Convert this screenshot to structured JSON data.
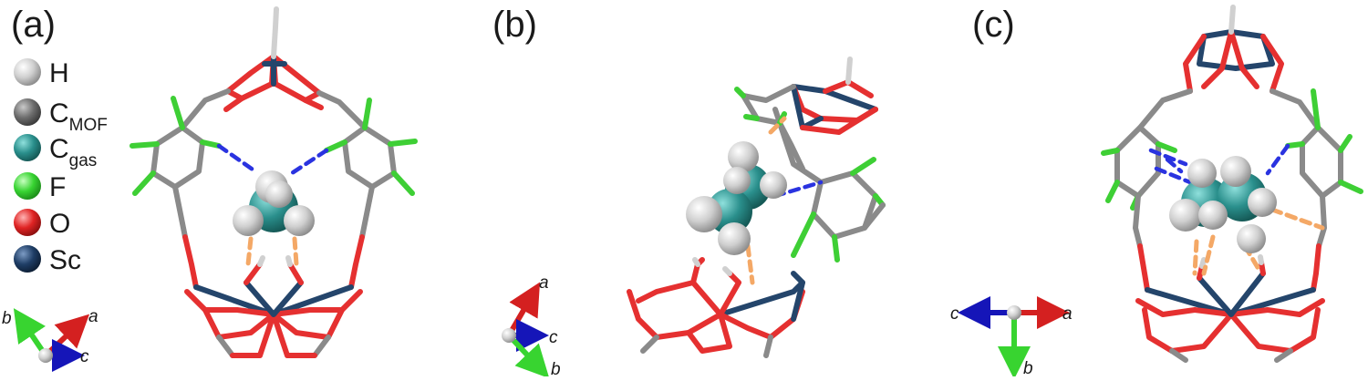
{
  "panels": [
    {
      "label": "(a)"
    },
    {
      "label": "(b)"
    },
    {
      "label": "(c)"
    }
  ],
  "legend": [
    {
      "symbol": "H",
      "sub": "",
      "color": "#cfcfcf"
    },
    {
      "symbol": "C",
      "sub": "MOF",
      "color": "#6f6f6f"
    },
    {
      "symbol": "C",
      "sub": "gas",
      "color": "#2a8f8c"
    },
    {
      "symbol": "F",
      "sub": "",
      "color": "#3ed63a"
    },
    {
      "symbol": "O",
      "sub": "",
      "color": "#e02424"
    },
    {
      "symbol": "Sc",
      "sub": "",
      "color": "#1f3e66"
    }
  ],
  "axes": {
    "a": {
      "a": "a",
      "b": "b",
      "c": "c"
    },
    "b": {
      "a": "a",
      "b": "b",
      "c": "c"
    },
    "c": {
      "a": "a",
      "b": "b",
      "c": "c"
    }
  },
  "colors": {
    "axis_a": "#d42020",
    "axis_b": "#38d430",
    "axis_c": "#1515b8",
    "hbond_blue": "#2a33e0",
    "hbond_orange": "#f4a866"
  }
}
